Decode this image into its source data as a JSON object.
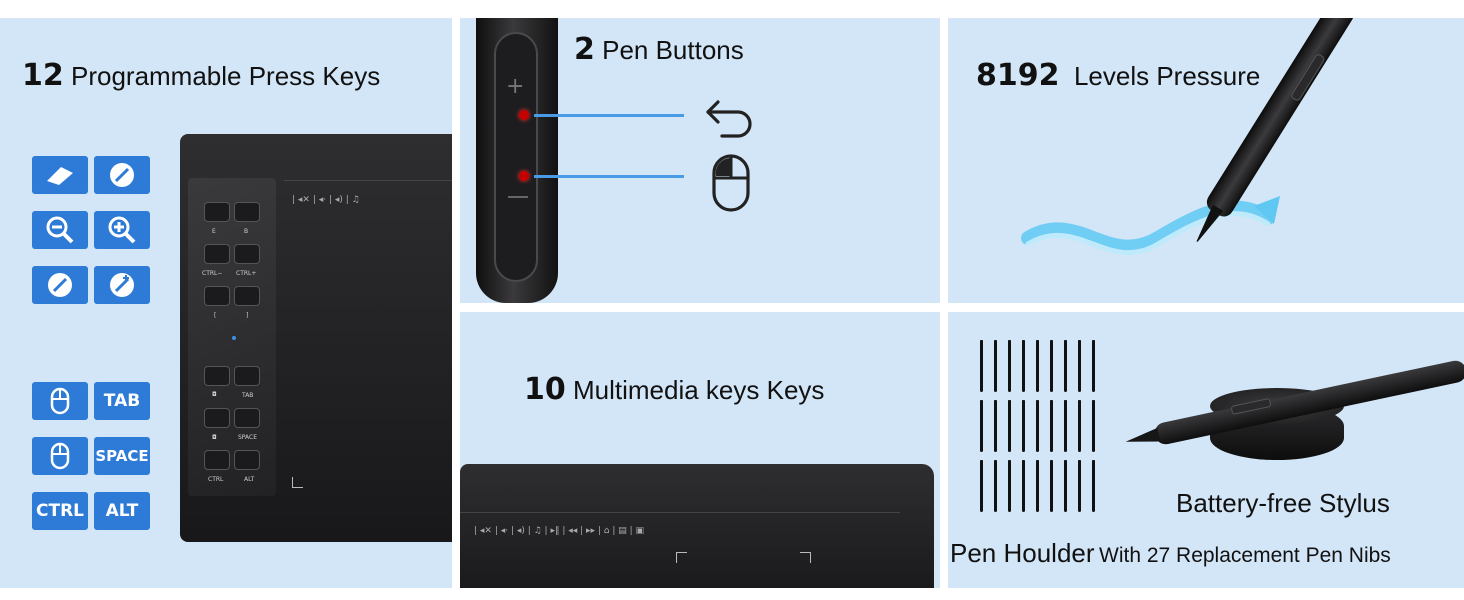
{
  "panels": {
    "press_keys": {
      "number": "12",
      "text": "Programmable Press Keys",
      "key_labels": [
        "E",
        "B",
        "CTRL−",
        "CTRL+",
        "[",
        "]",
        "TAB",
        "SPACE",
        "CTRL",
        "ALT"
      ],
      "badge_labels": [
        "TAB",
        "SPACE",
        "CTRL",
        "ALT"
      ]
    },
    "pen_buttons": {
      "number": "2",
      "text": "Pen Buttons",
      "icons": [
        "undo-arrow-icon",
        "mouse-icon"
      ]
    },
    "pressure": {
      "number": "8192",
      "text": "Levels Pressure"
    },
    "multimedia": {
      "number": "10",
      "text": "Multimedia keys Keys"
    },
    "holder": {
      "stylus_text": "Battery-free Stylus",
      "holder_title": "Pen Houlder",
      "holder_sub": "With 27 Replacement Pen Nibs"
    }
  },
  "colors": {
    "panel_bg": "#d3e6f7",
    "badge_blue": "#2d7bd6",
    "line_blue": "#4a9be6"
  }
}
